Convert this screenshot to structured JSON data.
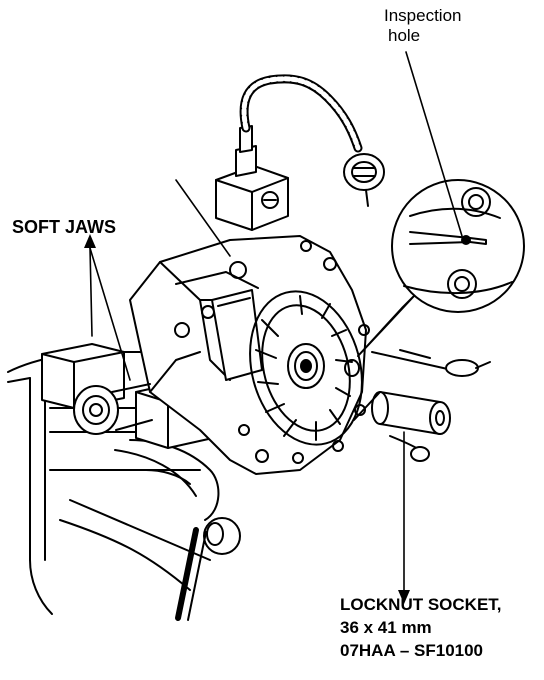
{
  "labels": {
    "inspection_line1": "Inspection",
    "inspection_line2": "hole",
    "soft_jaws": "SOFT JAWS",
    "socket_line1": "LOCKNUT SOCKET,",
    "socket_line2": "36 x 41 mm",
    "socket_line3": "07HAA – SF10100"
  },
  "colors": {
    "ink": "#000000",
    "paper": "#ffffff"
  }
}
